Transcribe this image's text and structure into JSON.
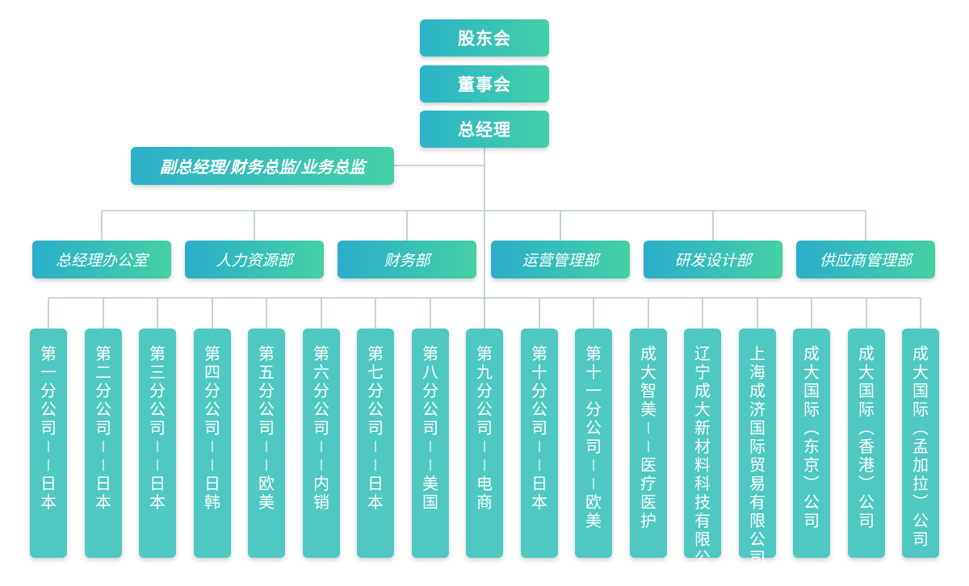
{
  "top_nodes": [
    "股东会",
    "董事会",
    "总经理"
  ],
  "deputy": "副总经理/财务总监/业务总监",
  "departments": [
    "总经理办公室",
    "人力资源部",
    "财务部",
    "运营管理部",
    "研发设计部",
    "供应商管理部"
  ],
  "subsidiaries": [
    "第一分公司——日本",
    "第二分公司——日本",
    "第三分公司——日本",
    "第四分公司——日韩",
    "第五分公司——欧美",
    "第六分公司——内销",
    "第七分公司——日本",
    "第八分公司——美国",
    "第九分公司——电商",
    "第十分公司——日本",
    "第十一分公司——欧美",
    "成大智美——医疗医护",
    "辽宁成大新材料科技有限公司",
    "上海成济国际贸易有限公司",
    "成大国际（东京）公司",
    "成大国际（香港）公司",
    "成大国际（孟加拉）公司"
  ],
  "colors": {
    "gradient_start": "#2bb3c8",
    "gradient_end": "#43cfa7",
    "subsidiary_fill": "#4ec8c1",
    "connector": "#b9c8cb",
    "text": "#ffffff"
  }
}
